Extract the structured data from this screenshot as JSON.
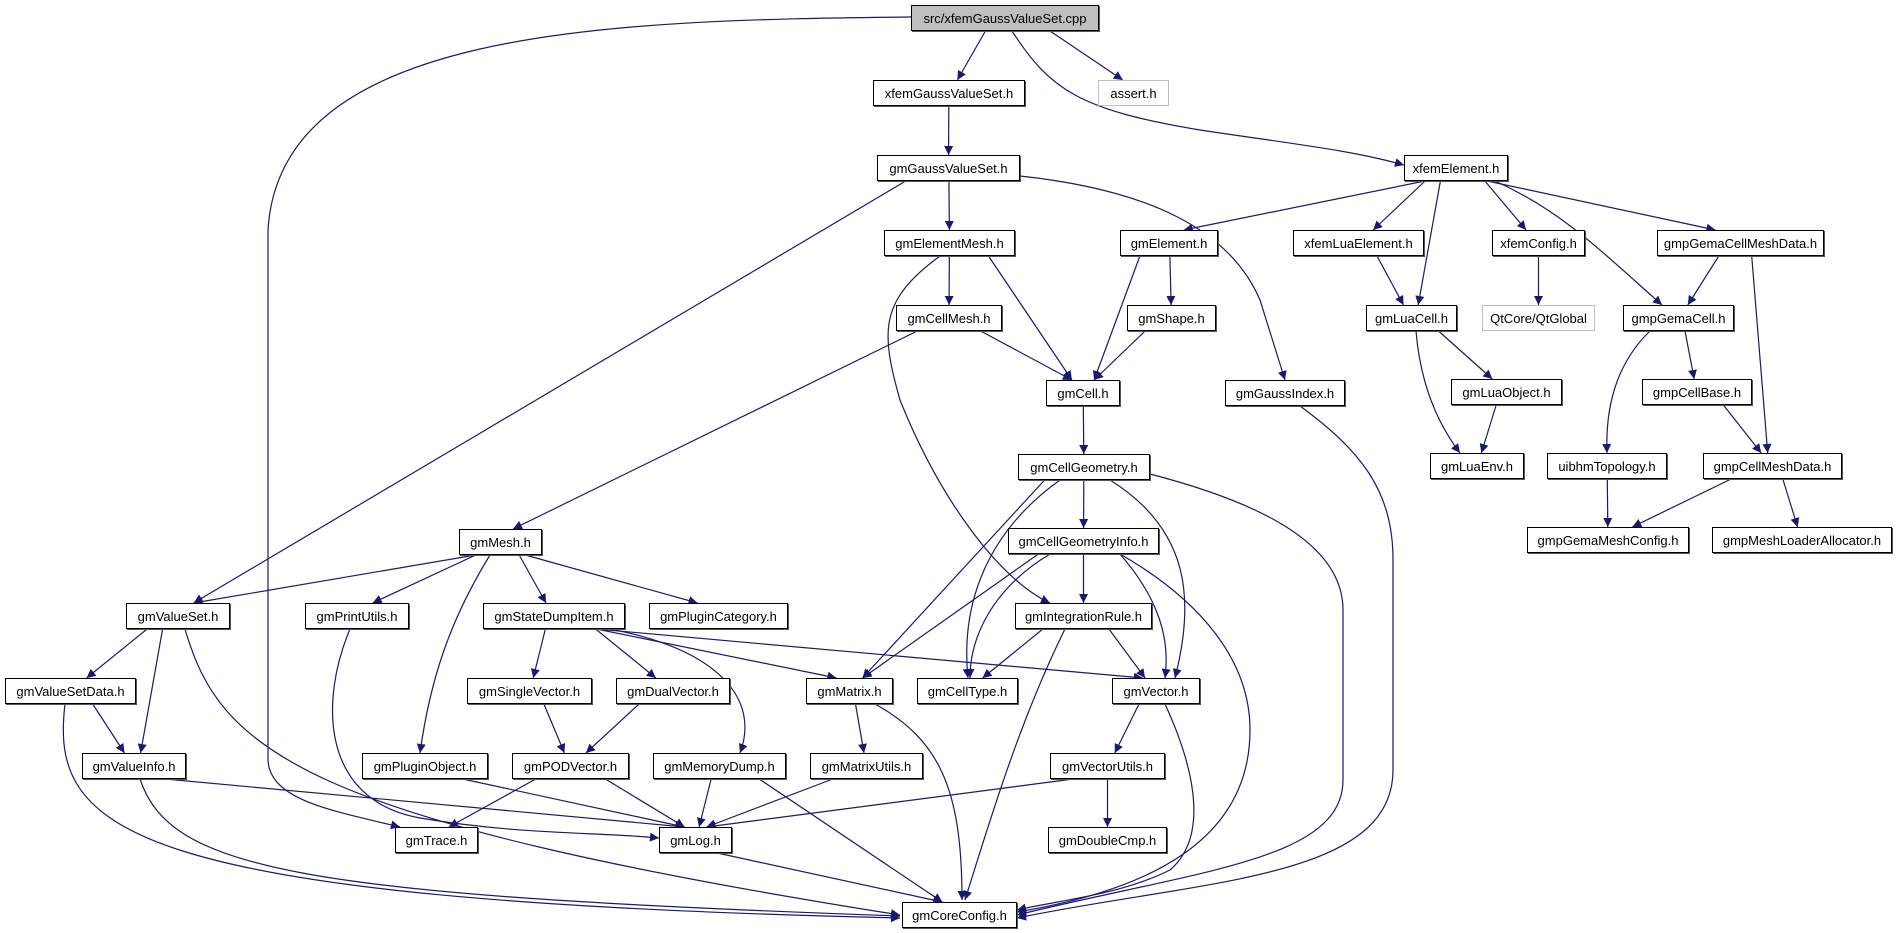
{
  "title": "Include dependency graph for src/xfemGaussValueSet.cpp",
  "colors": {
    "edge": "#191970",
    "node_border": "#000000",
    "root_fill": "#bfbfbf",
    "external_border": "#bfbfbf",
    "background": "#ffffff"
  },
  "nodes": [
    {
      "id": "root",
      "label": "src/xfemGaussValueSet.cpp",
      "kind": "root"
    },
    {
      "id": "xfemGaussValueSet_h",
      "label": "xfemGaussValueSet.h",
      "kind": "file"
    },
    {
      "id": "assert_h",
      "label": "assert.h",
      "kind": "external"
    },
    {
      "id": "gmGaussValueSet_h",
      "label": "gmGaussValueSet.h",
      "kind": "file"
    },
    {
      "id": "xfemElement_h",
      "label": "xfemElement.h",
      "kind": "file"
    },
    {
      "id": "gmElementMesh_h",
      "label": "gmElementMesh.h",
      "kind": "file"
    },
    {
      "id": "gmElement_h",
      "label": "gmElement.h",
      "kind": "file"
    },
    {
      "id": "xfemLuaElement_h",
      "label": "xfemLuaElement.h",
      "kind": "file"
    },
    {
      "id": "xfemConfig_h",
      "label": "xfemConfig.h",
      "kind": "file"
    },
    {
      "id": "gmpGemaCellMeshData_h",
      "label": "gmpGemaCellMeshData.h",
      "kind": "file"
    },
    {
      "id": "gmCellMesh_h",
      "label": "gmCellMesh.h",
      "kind": "file"
    },
    {
      "id": "gmShape_h",
      "label": "gmShape.h",
      "kind": "file"
    },
    {
      "id": "gmLuaCell_h",
      "label": "gmLuaCell.h",
      "kind": "file"
    },
    {
      "id": "QtGlobal",
      "label": "QtCore/QtGlobal",
      "kind": "external"
    },
    {
      "id": "gmpGemaCell_h",
      "label": "gmpGemaCell.h",
      "kind": "file"
    },
    {
      "id": "gmCell_h",
      "label": "gmCell.h",
      "kind": "file"
    },
    {
      "id": "gmGaussIndex_h",
      "label": "gmGaussIndex.h",
      "kind": "file"
    },
    {
      "id": "gmLuaObject_h",
      "label": "gmLuaObject.h",
      "kind": "file"
    },
    {
      "id": "gmpCellBase_h",
      "label": "gmpCellBase.h",
      "kind": "file"
    },
    {
      "id": "gmCellGeometry_h",
      "label": "gmCellGeometry.h",
      "kind": "file"
    },
    {
      "id": "gmLuaEnv_h",
      "label": "gmLuaEnv.h",
      "kind": "file"
    },
    {
      "id": "uibhmTopology_h",
      "label": "uibhmTopology.h",
      "kind": "file"
    },
    {
      "id": "gmpCellMeshData_h",
      "label": "gmpCellMeshData.h",
      "kind": "file"
    },
    {
      "id": "gmMesh_h",
      "label": "gmMesh.h",
      "kind": "file"
    },
    {
      "id": "gmCellGeometryInfo_h",
      "label": "gmCellGeometryInfo.h",
      "kind": "file"
    },
    {
      "id": "gmpGemaMeshConfig_h",
      "label": "gmpGemaMeshConfig.h",
      "kind": "file"
    },
    {
      "id": "gmpMeshLoaderAllocator_h",
      "label": "gmpMeshLoaderAllocator.h",
      "kind": "file"
    },
    {
      "id": "gmValueSet_h",
      "label": "gmValueSet.h",
      "kind": "file"
    },
    {
      "id": "gmPrintUtils_h",
      "label": "gmPrintUtils.h",
      "kind": "file"
    },
    {
      "id": "gmStateDumpItem_h",
      "label": "gmStateDumpItem.h",
      "kind": "file"
    },
    {
      "id": "gmPluginCategory_h",
      "label": "gmPluginCategory.h",
      "kind": "file"
    },
    {
      "id": "gmIntegrationRule_h",
      "label": "gmIntegrationRule.h",
      "kind": "file"
    },
    {
      "id": "gmValueSetData_h",
      "label": "gmValueSetData.h",
      "kind": "file"
    },
    {
      "id": "gmSingleVector_h",
      "label": "gmSingleVector.h",
      "kind": "file"
    },
    {
      "id": "gmDualVector_h",
      "label": "gmDualVector.h",
      "kind": "file"
    },
    {
      "id": "gmMatrix_h",
      "label": "gmMatrix.h",
      "kind": "file"
    },
    {
      "id": "gmCellType_h",
      "label": "gmCellType.h",
      "kind": "file"
    },
    {
      "id": "gmVector_h",
      "label": "gmVector.h",
      "kind": "file"
    },
    {
      "id": "gmValueInfo_h",
      "label": "gmValueInfo.h",
      "kind": "file"
    },
    {
      "id": "gmPluginObject_h",
      "label": "gmPluginObject.h",
      "kind": "file"
    },
    {
      "id": "gmPODVector_h",
      "label": "gmPODVector.h",
      "kind": "file"
    },
    {
      "id": "gmMemoryDump_h",
      "label": "gmMemoryDump.h",
      "kind": "file"
    },
    {
      "id": "gmMatrixUtils_h",
      "label": "gmMatrixUtils.h",
      "kind": "file"
    },
    {
      "id": "gmVectorUtils_h",
      "label": "gmVectorUtils.h",
      "kind": "file"
    },
    {
      "id": "gmTrace_h",
      "label": "gmTrace.h",
      "kind": "file"
    },
    {
      "id": "gmLog_h",
      "label": "gmLog.h",
      "kind": "file"
    },
    {
      "id": "gmDoubleCmp_h",
      "label": "gmDoubleCmp.h",
      "kind": "file"
    },
    {
      "id": "gmCoreConfig_h",
      "label": "gmCoreConfig.h",
      "kind": "file"
    }
  ],
  "edges": [
    [
      "root",
      "xfemGaussValueSet_h"
    ],
    [
      "root",
      "assert_h"
    ],
    [
      "root",
      "xfemElement_h"
    ],
    [
      "root",
      "gmTrace_h"
    ],
    [
      "xfemGaussValueSet_h",
      "gmGaussValueSet_h"
    ],
    [
      "gmGaussValueSet_h",
      "gmElementMesh_h"
    ],
    [
      "gmGaussValueSet_h",
      "gmValueSet_h"
    ],
    [
      "gmGaussValueSet_h",
      "gmGaussIndex_h"
    ],
    [
      "xfemElement_h",
      "gmElement_h"
    ],
    [
      "xfemElement_h",
      "xfemLuaElement_h"
    ],
    [
      "xfemElement_h",
      "gmLuaCell_h"
    ],
    [
      "xfemElement_h",
      "xfemConfig_h"
    ],
    [
      "xfemElement_h",
      "gmpGemaCell_h"
    ],
    [
      "xfemElement_h",
      "gmpGemaCellMeshData_h"
    ],
    [
      "gmElementMesh_h",
      "gmCellMesh_h"
    ],
    [
      "gmElementMesh_h",
      "gmCell_h"
    ],
    [
      "gmElementMesh_h",
      "gmIntegrationRule_h"
    ],
    [
      "gmElement_h",
      "gmShape_h"
    ],
    [
      "gmElement_h",
      "gmCell_h"
    ],
    [
      "xfemLuaElement_h",
      "gmLuaCell_h"
    ],
    [
      "xfemConfig_h",
      "QtGlobal"
    ],
    [
      "gmpGemaCellMeshData_h",
      "gmpGemaCell_h"
    ],
    [
      "gmpGemaCellMeshData_h",
      "gmpCellMeshData_h"
    ],
    [
      "gmCellMesh_h",
      "gmCell_h"
    ],
    [
      "gmCellMesh_h",
      "gmMesh_h"
    ],
    [
      "gmShape_h",
      "gmCell_h"
    ],
    [
      "gmLuaCell_h",
      "gmLuaObject_h"
    ],
    [
      "gmLuaCell_h",
      "gmLuaEnv_h"
    ],
    [
      "gmpGemaCell_h",
      "gmpCellBase_h"
    ],
    [
      "gmpGemaCell_h",
      "uibhmTopology_h"
    ],
    [
      "gmCell_h",
      "gmCellGeometry_h"
    ],
    [
      "gmGaussIndex_h",
      "gmCoreConfig_h"
    ],
    [
      "gmLuaObject_h",
      "gmLuaEnv_h"
    ],
    [
      "gmpCellBase_h",
      "gmpCellMeshData_h"
    ],
    [
      "gmCellGeometry_h",
      "gmCellGeometryInfo_h"
    ],
    [
      "gmCellGeometry_h",
      "gmMatrix_h"
    ],
    [
      "gmCellGeometry_h",
      "gmCellType_h"
    ],
    [
      "gmCellGeometry_h",
      "gmVector_h"
    ],
    [
      "gmCellGeometry_h",
      "gmCoreConfig_h"
    ],
    [
      "uibhmTopology_h",
      "gmpGemaMeshConfig_h"
    ],
    [
      "gmpCellMeshData_h",
      "gmpGemaMeshConfig_h"
    ],
    [
      "gmpCellMeshData_h",
      "gmpMeshLoaderAllocator_h"
    ],
    [
      "gmMesh_h",
      "gmValueSet_h"
    ],
    [
      "gmMesh_h",
      "gmPrintUtils_h"
    ],
    [
      "gmMesh_h",
      "gmStateDumpItem_h"
    ],
    [
      "gmMesh_h",
      "gmPluginCategory_h"
    ],
    [
      "gmMesh_h",
      "gmPluginObject_h"
    ],
    [
      "gmCellGeometryInfo_h",
      "gmIntegrationRule_h"
    ],
    [
      "gmCellGeometryInfo_h",
      "gmMatrix_h"
    ],
    [
      "gmCellGeometryInfo_h",
      "gmCellType_h"
    ],
    [
      "gmCellGeometryInfo_h",
      "gmVector_h"
    ],
    [
      "gmCellGeometryInfo_h",
      "gmCoreConfig_h"
    ],
    [
      "gmValueSet_h",
      "gmValueSetData_h"
    ],
    [
      "gmValueSet_h",
      "gmValueInfo_h"
    ],
    [
      "gmValueSet_h",
      "gmCoreConfig_h"
    ],
    [
      "gmPrintUtils_h",
      "gmLog_h"
    ],
    [
      "gmStateDumpItem_h",
      "gmSingleVector_h"
    ],
    [
      "gmStateDumpItem_h",
      "gmDualVector_h"
    ],
    [
      "gmStateDumpItem_h",
      "gmMatrix_h"
    ],
    [
      "gmStateDumpItem_h",
      "gmVector_h"
    ],
    [
      "gmStateDumpItem_h",
      "gmMemoryDump_h"
    ],
    [
      "gmIntegrationRule_h",
      "gmCellType_h"
    ],
    [
      "gmIntegrationRule_h",
      "gmVector_h"
    ],
    [
      "gmIntegrationRule_h",
      "gmCoreConfig_h"
    ],
    [
      "gmValueSetData_h",
      "gmValueInfo_h"
    ],
    [
      "gmValueSetData_h",
      "gmCoreConfig_h"
    ],
    [
      "gmSingleVector_h",
      "gmPODVector_h"
    ],
    [
      "gmDualVector_h",
      "gmPODVector_h"
    ],
    [
      "gmMatrix_h",
      "gmMatrixUtils_h"
    ],
    [
      "gmMatrix_h",
      "gmCoreConfig_h"
    ],
    [
      "gmVector_h",
      "gmVectorUtils_h"
    ],
    [
      "gmVector_h",
      "gmCoreConfig_h"
    ],
    [
      "gmValueInfo_h",
      "gmLog_h"
    ],
    [
      "gmValueInfo_h",
      "gmCoreConfig_h"
    ],
    [
      "gmPluginObject_h",
      "gmLog_h"
    ],
    [
      "gmPODVector_h",
      "gmTrace_h"
    ],
    [
      "gmPODVector_h",
      "gmLog_h"
    ],
    [
      "gmMemoryDump_h",
      "gmLog_h"
    ],
    [
      "gmMemoryDump_h",
      "gmCoreConfig_h"
    ],
    [
      "gmMatrixUtils_h",
      "gmLog_h"
    ],
    [
      "gmVectorUtils_h",
      "gmLog_h"
    ],
    [
      "gmVectorUtils_h",
      "gmDoubleCmp_h"
    ],
    [
      "gmLog_h",
      "gmCoreConfig_h"
    ]
  ]
}
